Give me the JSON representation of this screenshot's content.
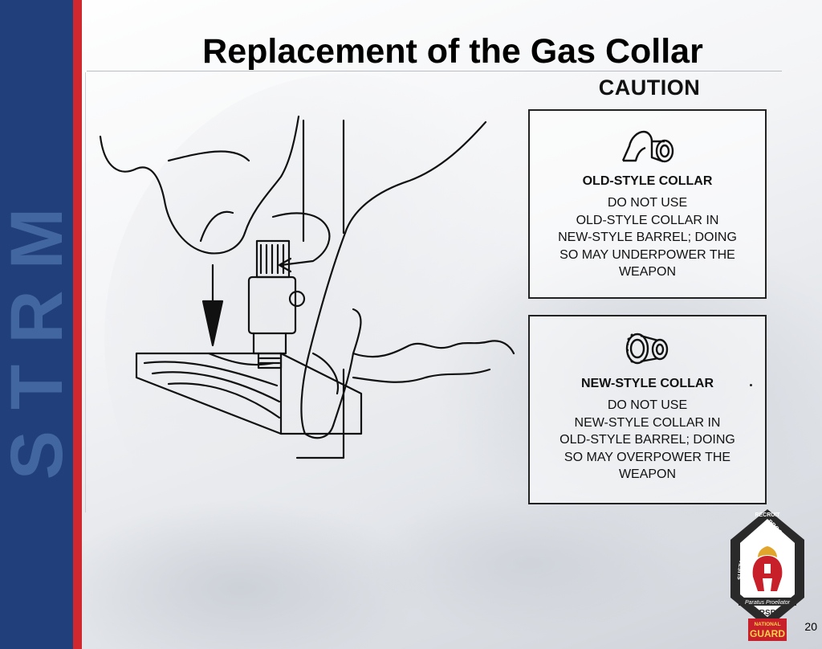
{
  "slide": {
    "sidebar_word": "STRM",
    "title": "Replacement of the Gas Collar",
    "page_number": "20"
  },
  "caution": {
    "heading": "CAUTION",
    "old_style": {
      "heading": "OLD-STYLE COLLAR",
      "body": "DO NOT USE\nOLD-STYLE COLLAR IN\nNEW-STYLE BARREL; DOING\nSO MAY UNDERPOWER THE\nWEAPON"
    },
    "new_style": {
      "heading": "NEW-STYLE COLLAR",
      "body": "DO NOT USE\nNEW-STYLE COLLAR IN\nOLD-STYLE BARREL; DOING\nSO MAY OVERPOWER THE\nWEAPON"
    }
  },
  "badge": {
    "arc_left": "SUSTAINMENT",
    "arc_top": "RECRUIT",
    "arc_right": "PROGRAM",
    "motto": "Paratus Proeliator",
    "rsp": "RSP",
    "national": "NATIONAL",
    "guard": "GUARD"
  },
  "colors": {
    "sidebar_blue": "#213f7b",
    "sidebar_text": "#42669f",
    "stripe_red": "#d0282e",
    "badge_dark": "#2a2a2a",
    "badge_red": "#c8202a"
  }
}
